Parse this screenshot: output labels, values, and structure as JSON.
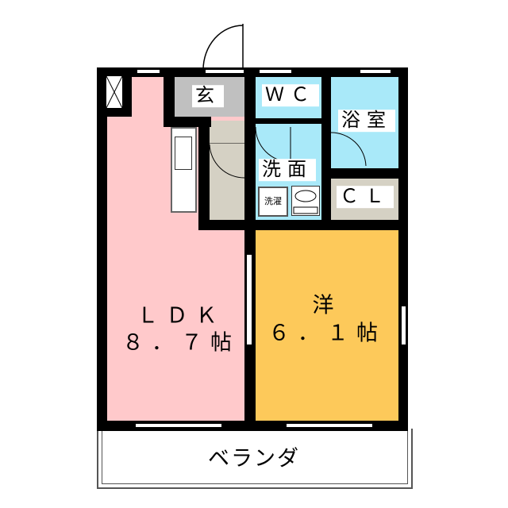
{
  "rooms": {
    "ldk": {
      "name": "ＬＤＫ",
      "size": "８．７帖"
    },
    "western": {
      "name": "洋",
      "size": "６．１帖"
    },
    "entrance": {
      "name": "玄"
    },
    "wc": {
      "name": "ＷＣ"
    },
    "bath": {
      "name": "浴室"
    },
    "washroom": {
      "name": "洗面"
    },
    "closet": {
      "name": "ＣＬ"
    },
    "washer": {
      "name": "洗濯"
    },
    "balcony": {
      "name": "ベランダ"
    }
  },
  "colors": {
    "ldk": "#ffc9cb",
    "western": "#fdc95a",
    "wet": "#a9e9f9",
    "entrance": "#c0c0c0",
    "storage": "#d5d1c4"
  }
}
